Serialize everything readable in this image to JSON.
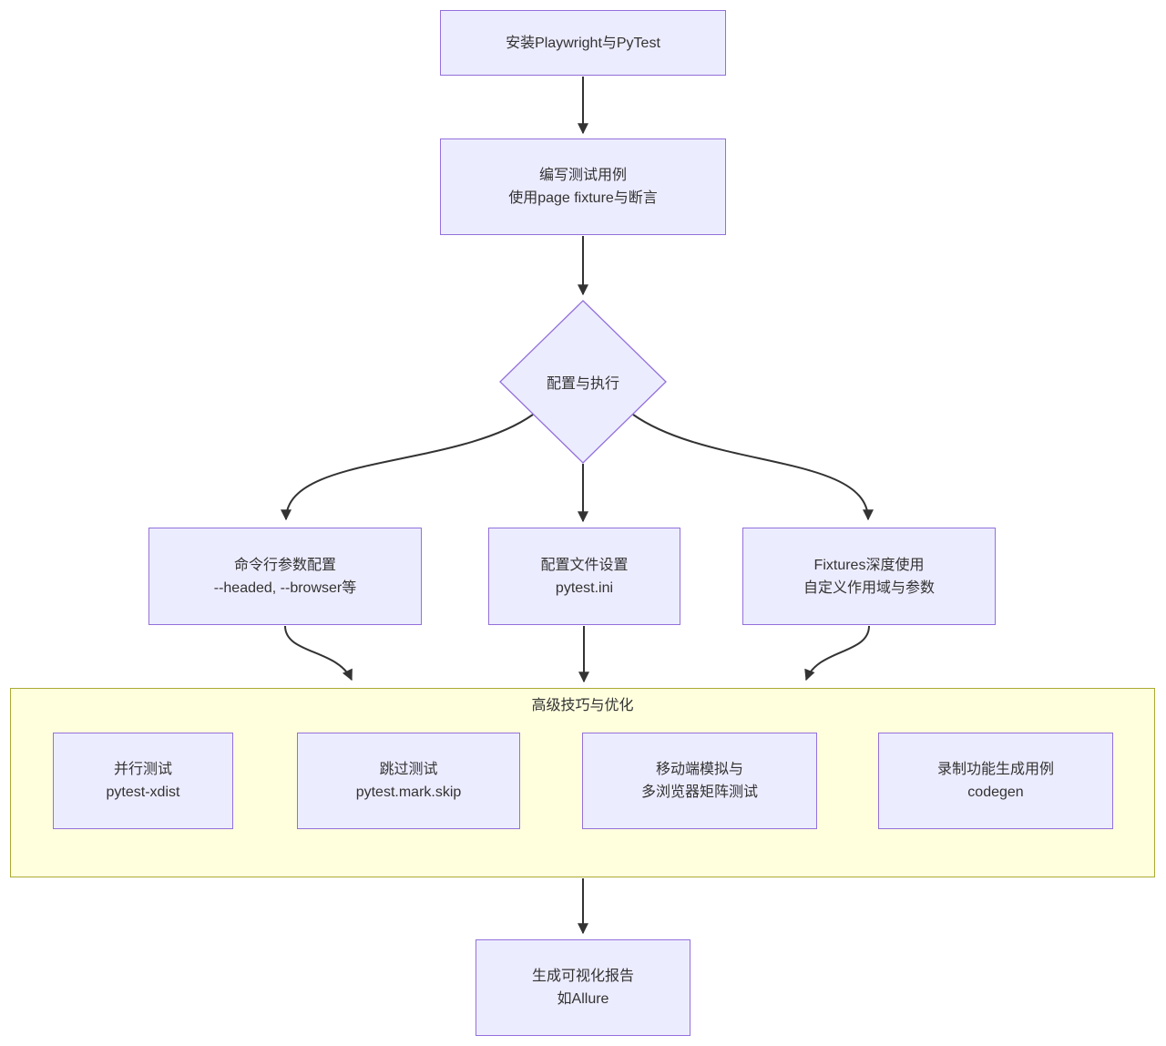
{
  "diagram_type": "flowchart",
  "colors": {
    "background": "#FFFFFF",
    "node_fill": "#ECECFF",
    "node_border": "#9370DB",
    "subgraph_fill": "#FFFFDE",
    "subgraph_border": "#AAAA33",
    "edge": "#333333",
    "text": "#333333"
  },
  "nodes": {
    "install": {
      "lines": [
        "安装Playwright与PyTest",
        ""
      ]
    },
    "write_tests": {
      "lines": [
        "编写测试用例",
        "使用page fixture与断言"
      ]
    },
    "decision": {
      "lines": [
        "配置与执行",
        ""
      ]
    },
    "cli_args": {
      "lines": [
        "命令行参数配置",
        "--headed, --browser等"
      ]
    },
    "config_file": {
      "lines": [
        "配置文件设置",
        "pytest.ini"
      ]
    },
    "fixtures": {
      "lines": [
        "Fixtures深度使用",
        "自定义作用域与参数"
      ]
    },
    "report": {
      "lines": [
        "生成可视化报告",
        "如Allure"
      ]
    }
  },
  "subgraph": {
    "title": "高级技巧与优化",
    "nodes": {
      "parallel": {
        "lines": [
          "并行测试",
          "pytest-xdist"
        ]
      },
      "skip": {
        "lines": [
          "跳过测试",
          "pytest.mark.skip"
        ]
      },
      "mobile": {
        "lines": [
          "移动端模拟与",
          "多浏览器矩阵测试"
        ]
      },
      "codegen": {
        "lines": [
          "录制功能生成用例",
          "codegen"
        ]
      }
    }
  },
  "edges": [
    {
      "from": "install",
      "to": "write_tests"
    },
    {
      "from": "write_tests",
      "to": "decision"
    },
    {
      "from": "decision",
      "to": "cli_args"
    },
    {
      "from": "decision",
      "to": "config_file"
    },
    {
      "from": "decision",
      "to": "fixtures"
    },
    {
      "from": "cli_args",
      "to": "subgraph"
    },
    {
      "from": "config_file",
      "to": "subgraph"
    },
    {
      "from": "fixtures",
      "to": "subgraph"
    },
    {
      "from": "subgraph",
      "to": "report"
    }
  ]
}
